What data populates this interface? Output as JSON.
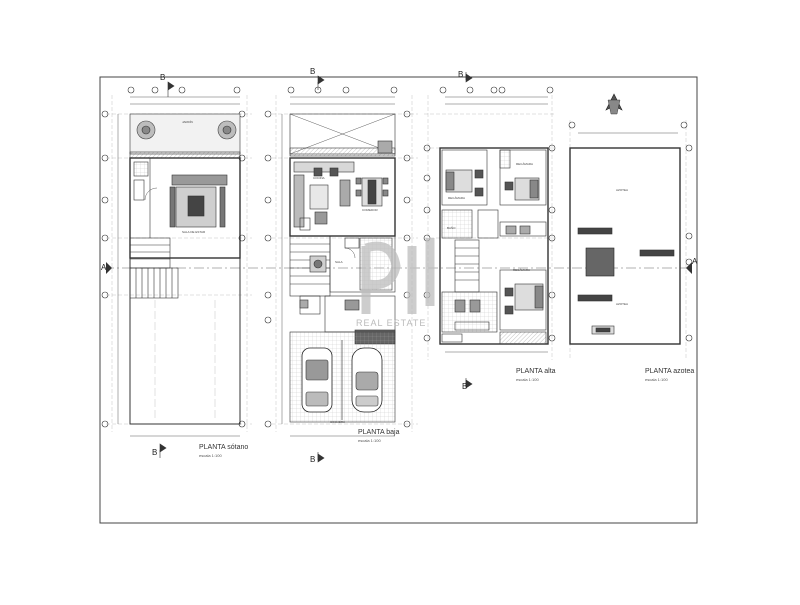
{
  "plans": [
    {
      "id": "sotano",
      "title": "PLANTA sótano",
      "scale": "escala 1:100"
    },
    {
      "id": "baja",
      "title": "PLANTA baja",
      "scale": "escala 1:100"
    },
    {
      "id": "alta",
      "title": "PLANTA alta",
      "scale": "escala 1:100"
    },
    {
      "id": "azotea",
      "title": "PLANTA azotea",
      "scale": "escala 1:100"
    }
  ],
  "section_cut": {
    "b": "B",
    "a": "A"
  },
  "room_labels": {
    "jardin": "JARDÍN",
    "sala_estar": "SALA DE ESTAR",
    "cocina": "COCINA",
    "comedor": "COMEDOR",
    "sala": "SALA",
    "cochera": "COCHERA",
    "recamara": "RECÁMARA",
    "bano": "BAÑO",
    "azotea": "AZOTEA"
  },
  "watermark": {
    "text": "REAL ESTATE"
  },
  "colors": {
    "line": "#333333",
    "frame": "#444444",
    "hatch": "#777777",
    "watermark": "#c8c8c8"
  }
}
